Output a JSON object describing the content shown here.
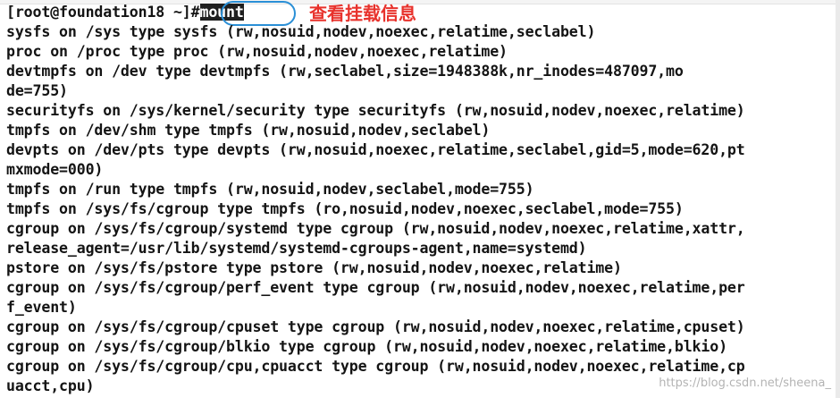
{
  "terminal": {
    "prompt": "[root@foundation18 ~]#",
    "command": "mount",
    "annotation": "查看挂载信息",
    "lines": [
      "sysfs on /sys type sysfs (rw,nosuid,nodev,noexec,relatime,seclabel)",
      "proc on /proc type proc (rw,nosuid,nodev,noexec,relatime)",
      "devtmpfs on /dev type devtmpfs (rw,seclabel,size=1948388k,nr_inodes=487097,mo",
      "de=755)",
      "securityfs on /sys/kernel/security type securityfs (rw,nosuid,nodev,noexec,relatime)",
      "tmpfs on /dev/shm type tmpfs (rw,nosuid,nodev,seclabel)",
      "devpts on /dev/pts type devpts (rw,nosuid,noexec,relatime,seclabel,gid=5,mode=620,pt",
      "mxmode=000)",
      "tmpfs on /run type tmpfs (rw,nosuid,nodev,seclabel,mode=755)",
      "tmpfs on /sys/fs/cgroup type tmpfs (ro,nosuid,nodev,noexec,seclabel,mode=755)",
      "cgroup on /sys/fs/cgroup/systemd type cgroup (rw,nosuid,nodev,noexec,relatime,xattr,",
      "release_agent=/usr/lib/systemd/systemd-cgroups-agent,name=systemd)",
      "pstore on /sys/fs/pstore type pstore (rw,nosuid,nodev,noexec,relatime)",
      "cgroup on /sys/fs/cgroup/perf_event type cgroup (rw,nosuid,nodev,noexec,relatime,per",
      "f_event)",
      "cgroup on /sys/fs/cgroup/cpuset type cgroup (rw,nosuid,nodev,noexec,relatime,cpuset)",
      "cgroup on /sys/fs/cgroup/blkio type cgroup (rw,nosuid,nodev,noexec,relatime,blkio)",
      "cgroup on /sys/fs/cgroup/cpu,cpuacct type cgroup (rw,nosuid,nodev,noexec,relatime,cp",
      "uacct,cpu)"
    ]
  },
  "watermark": "https://blog.csdn.net/sheena_",
  "colors": {
    "background": "#ffffff",
    "text": "#141414",
    "command_highlight_bg": "#1f1f1f",
    "annotation": "#e8322c",
    "circle": "#2a8fd6"
  }
}
